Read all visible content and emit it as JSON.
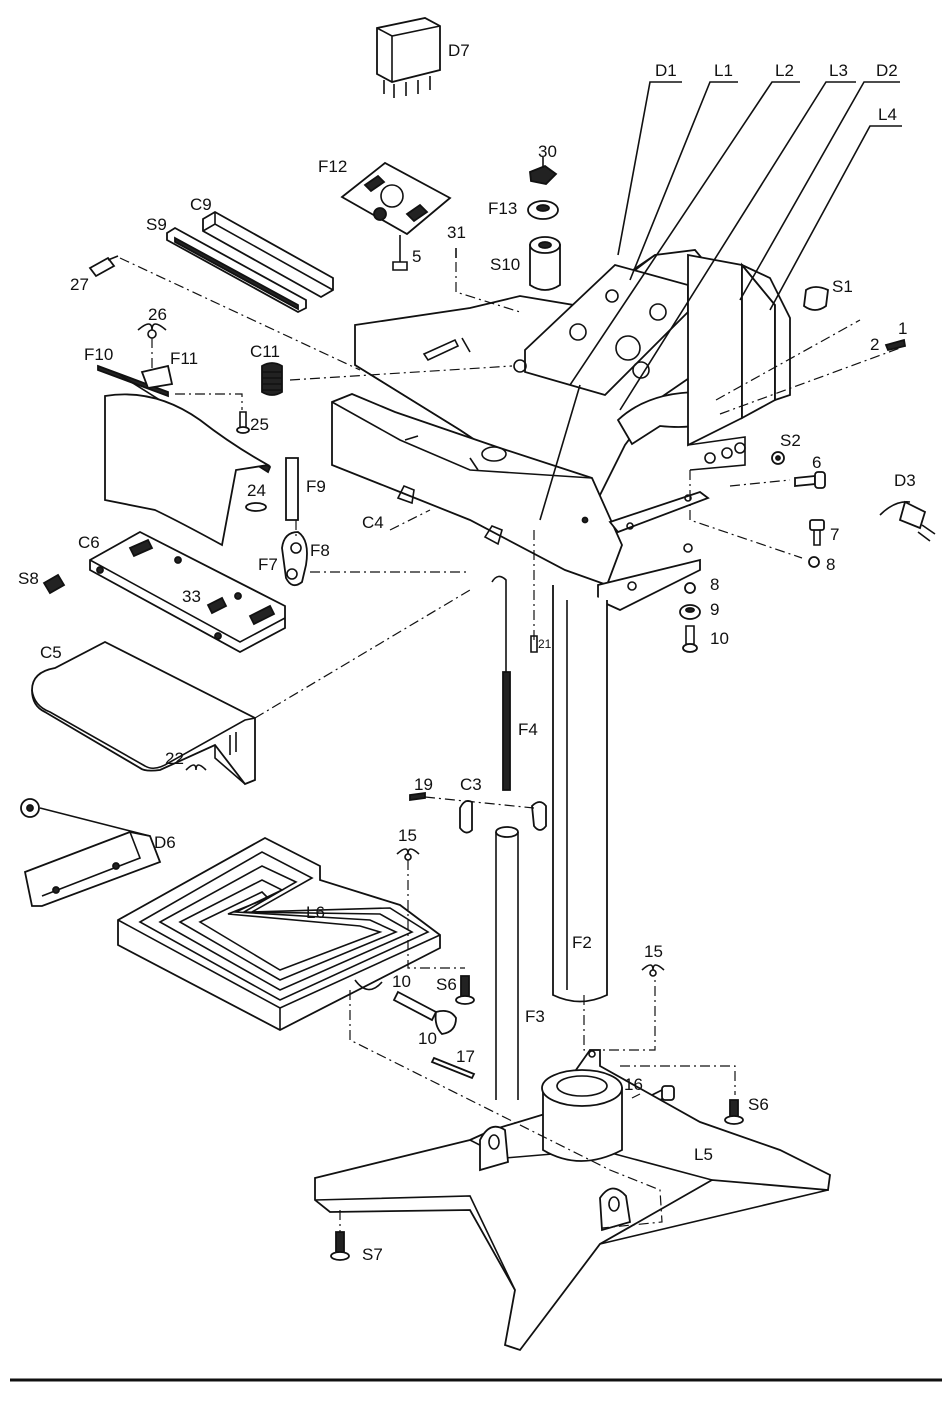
{
  "labels": {
    "D7": "D7",
    "D1": "D1",
    "L1": "L1",
    "L2": "L2",
    "L3": "L3",
    "D2": "D2",
    "L4": "L4",
    "p30": "30",
    "F13": "F13",
    "F12": "F12",
    "C9": "C9",
    "S9": "S9",
    "p31": "31",
    "S10": "S10",
    "p5": "5",
    "p27": "27",
    "S1": "S1",
    "p2": "2",
    "p1": "1",
    "p26": "26",
    "F10": "F10",
    "F11": "F11",
    "C11": "C11",
    "p25": "25",
    "S2": "S2",
    "p6": "6",
    "D3": "D3",
    "F9": "F9",
    "p24": "24",
    "C4": "C4",
    "p7": "7",
    "C6": "C6",
    "F8": "F8",
    "F7": "F7",
    "p8a": "8",
    "p8b": "8",
    "S8": "S8",
    "p33": "33",
    "p9": "9",
    "p10a": "10",
    "p21": "21",
    "C5": "C5",
    "F4": "F4",
    "p22": "22",
    "p19": "19",
    "C3": "C3",
    "D6": "D6",
    "p15a": "15",
    "L6": "L6",
    "F2": "F2",
    "p15b": "15",
    "p10b": "10",
    "S6a": "S6",
    "p10c": "10",
    "F3": "F3",
    "p17": "17",
    "p16": "16",
    "S6b": "S6",
    "L5": "L5",
    "S7": "S7"
  }
}
